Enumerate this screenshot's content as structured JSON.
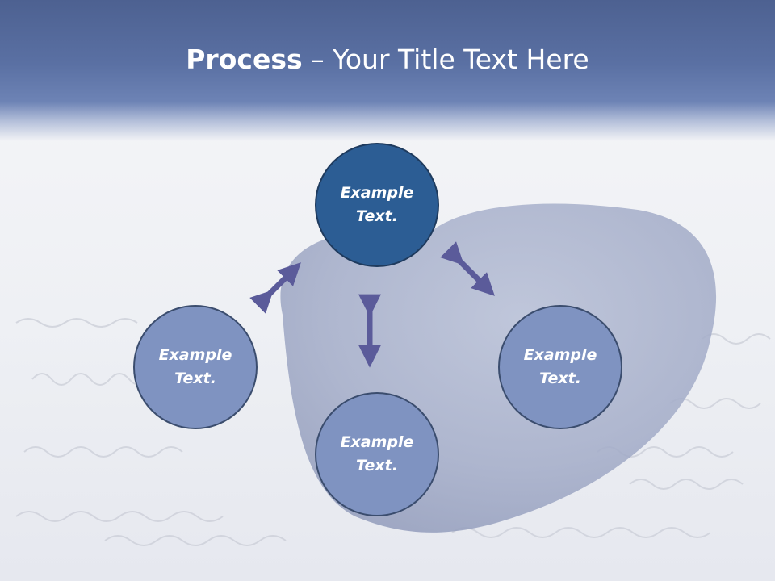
{
  "slide": {
    "title_strong": "Process",
    "title_rest": " – Your Title Text Here"
  },
  "nodes": [
    {
      "label": "Example Text."
    },
    {
      "label": "Example Text."
    },
    {
      "label": "Example Text."
    },
    {
      "label": "Example Text."
    }
  ],
  "colors": {
    "title_band": "#5a70a3",
    "node_primary": "#2c5d94",
    "node_secondary": "#7f93c1",
    "arrow": "#5b5b9a"
  }
}
